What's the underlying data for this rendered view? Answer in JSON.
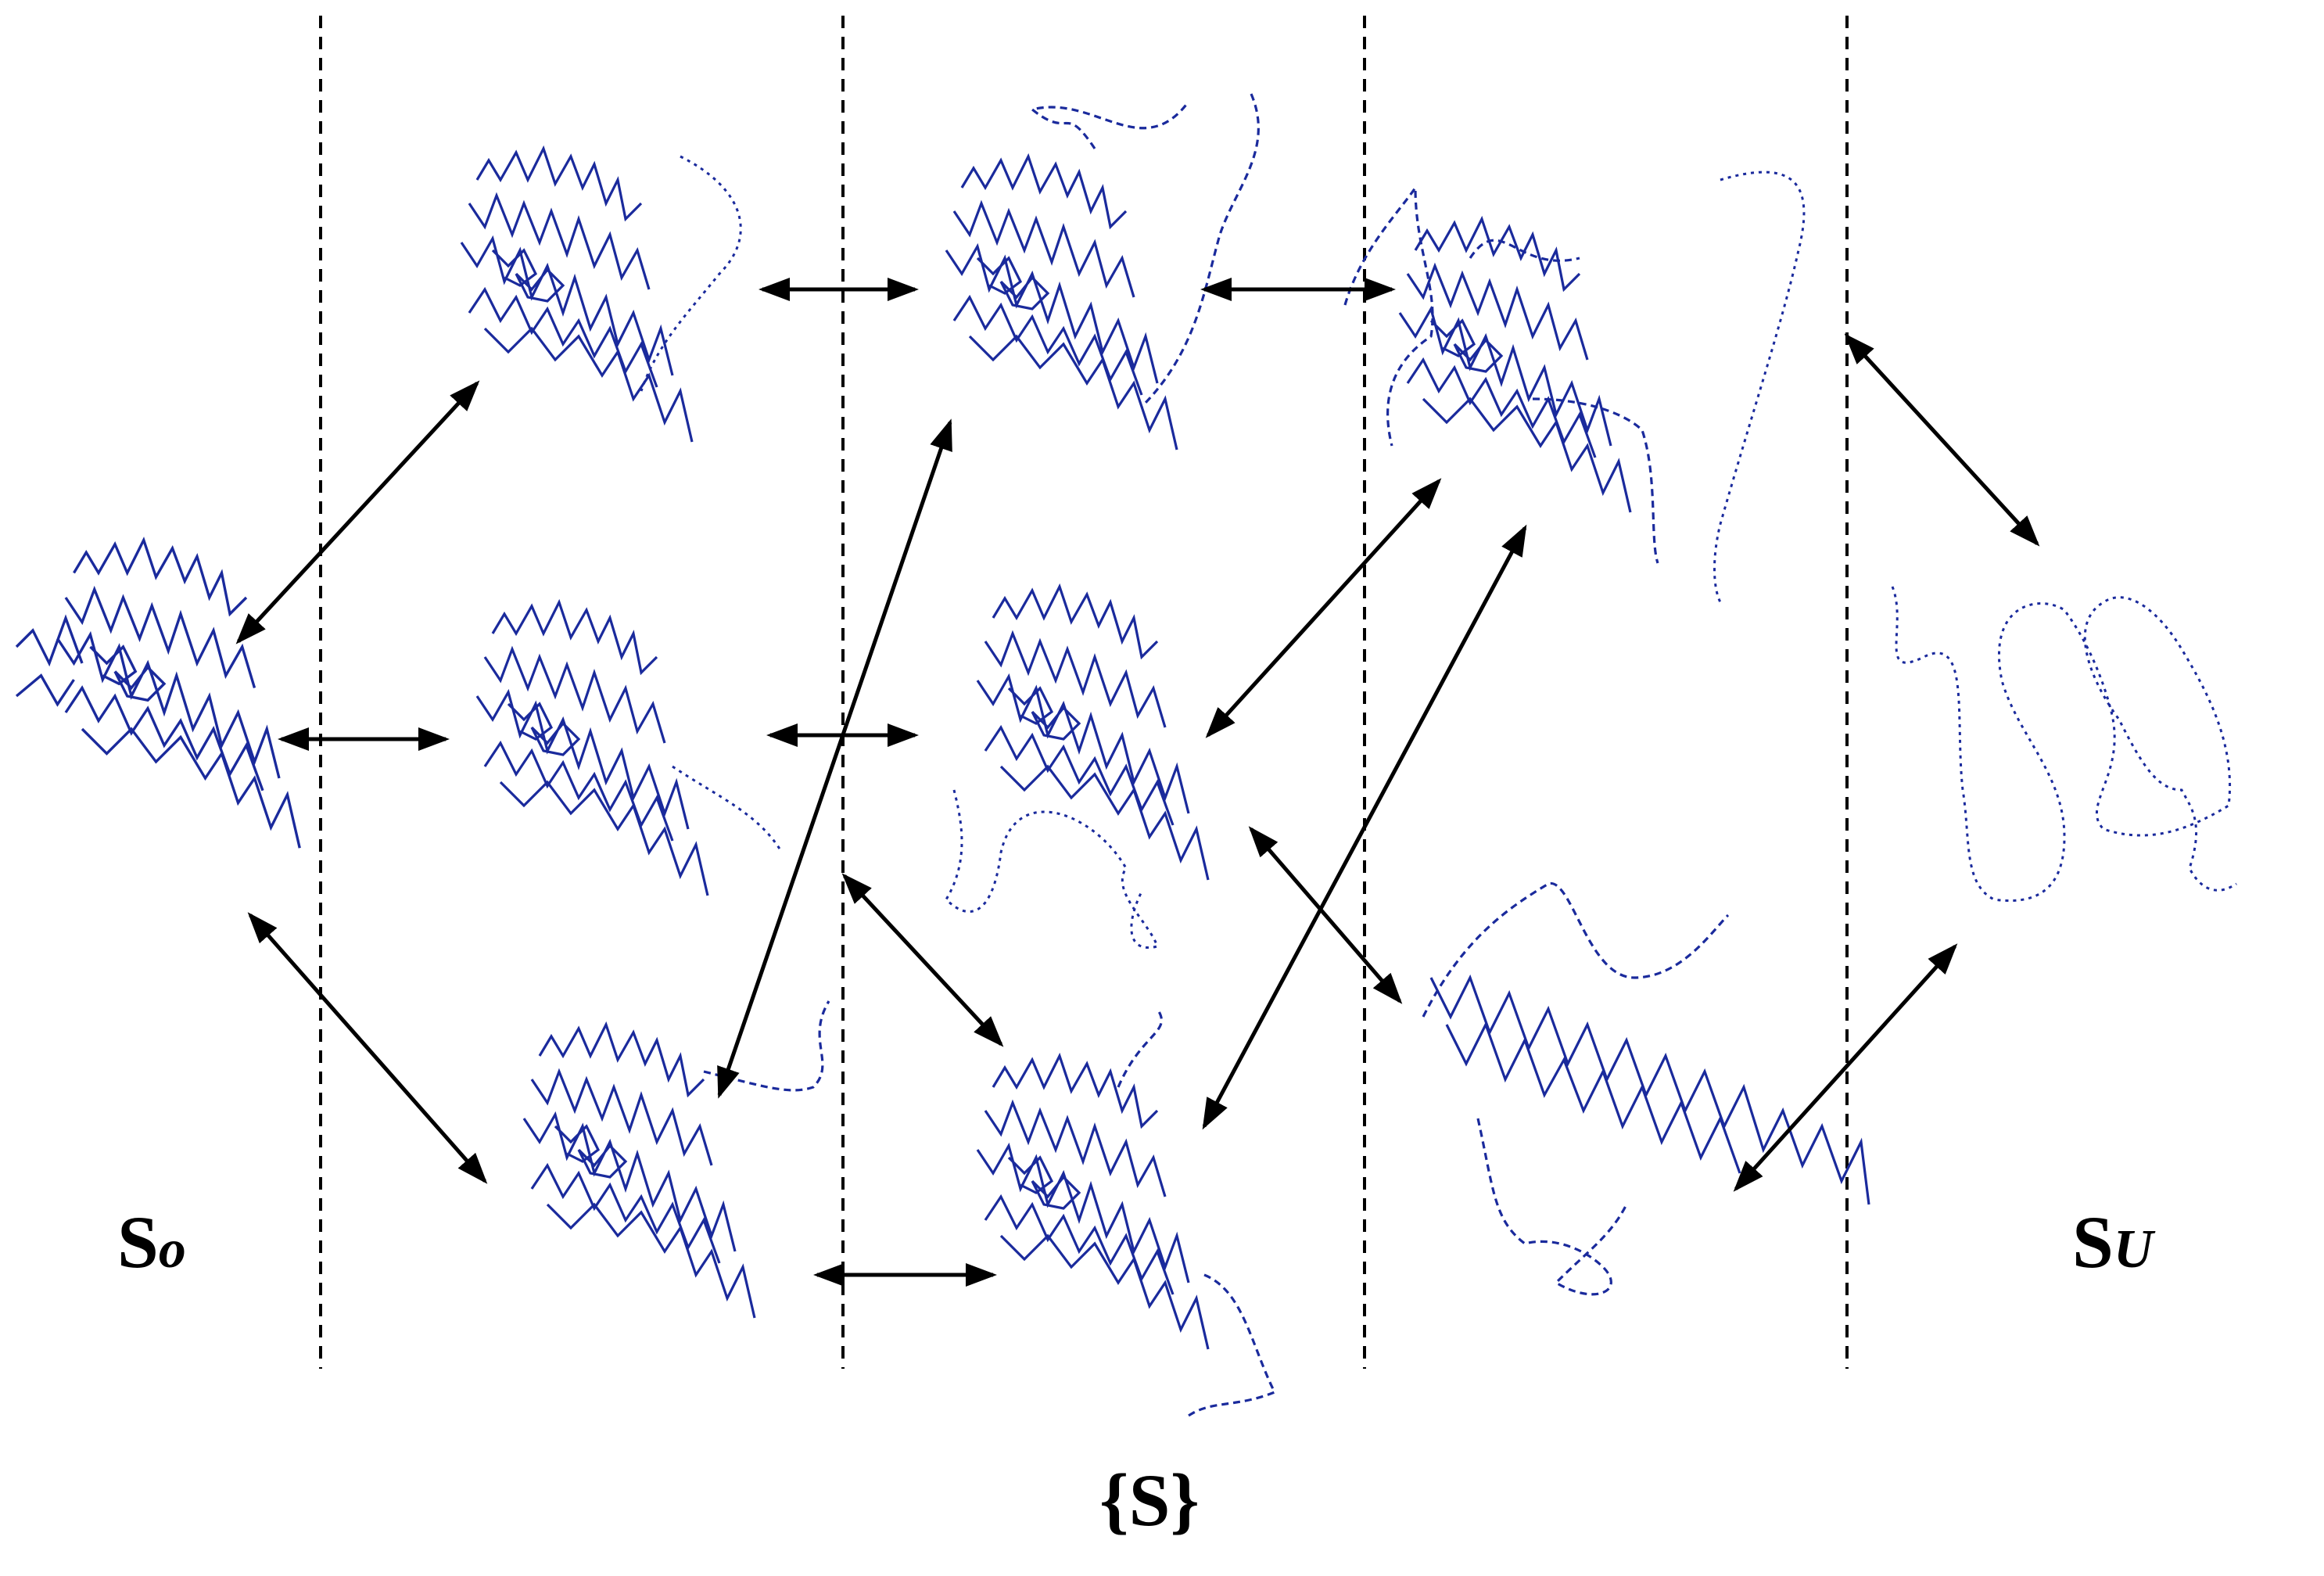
{
  "labels": {
    "folded_state": {
      "main": "S",
      "sub": "o"
    },
    "unfolded_state": {
      "main": "S",
      "sub": "U"
    },
    "ensemble": "{S}"
  },
  "colors": {
    "protein_chain": "#1a2a9c",
    "arrows": "#000000",
    "dividers": "#000000"
  },
  "structures": [
    {
      "id": "s0",
      "style": "fully-folded"
    },
    {
      "id": "a1",
      "style": "folded-c-terminal-dotted-tail"
    },
    {
      "id": "a2",
      "style": "folded-c-terminal-dashed-tail"
    },
    {
      "id": "a3",
      "style": "folded-c-terminal-dashed-tail"
    },
    {
      "id": "b1",
      "style": "folded-n-terminal-dashed"
    },
    {
      "id": "b2",
      "style": "folded-both-termini-dashed"
    },
    {
      "id": "b3",
      "style": "folded-with-dashed-loop"
    },
    {
      "id": "c1",
      "style": "partially-unfolded"
    },
    {
      "id": "c2",
      "style": "partially-unfolded-helix"
    },
    {
      "id": "su",
      "style": "fully-unfolded-dotted"
    }
  ],
  "transitions": [
    [
      "s0",
      "a1"
    ],
    [
      "s0",
      "b1"
    ],
    [
      "s0",
      "a3"
    ],
    [
      "a1",
      "a2"
    ],
    [
      "b1",
      "b2"
    ],
    [
      "b3",
      "b1"
    ],
    [
      "a3",
      "b3"
    ],
    [
      "a2",
      "a3"
    ],
    [
      "b2",
      "c1"
    ],
    [
      "b2",
      "c2"
    ],
    [
      "b3",
      "c1"
    ],
    [
      "a2",
      "c1"
    ],
    [
      "c1",
      "su"
    ],
    [
      "c2",
      "su"
    ],
    [
      "b1",
      "b3"
    ]
  ]
}
